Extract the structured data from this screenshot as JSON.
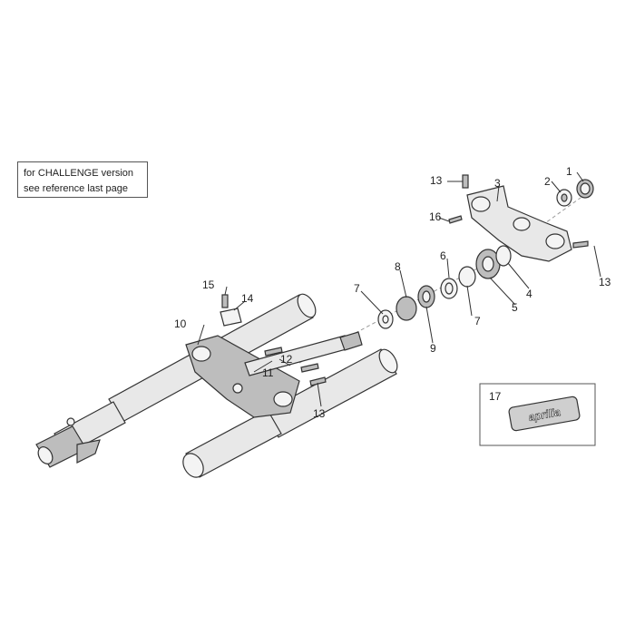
{
  "note": {
    "line1": "for CHALLENGE version",
    "line2": "see reference last page"
  },
  "callouts": {
    "c1": "1",
    "c2": "2",
    "c3": "3",
    "c4": "4",
    "c5": "5",
    "c6": "6",
    "c7a": "7",
    "c7b": "7",
    "c8": "8",
    "c9": "9",
    "c10": "10",
    "c11": "11",
    "c12": "12",
    "c13a": "13",
    "c13b": "13",
    "c13c": "13",
    "c14": "14",
    "c15": "15",
    "c16": "16",
    "c17": "17"
  },
  "decal": {
    "text": "aprilia"
  },
  "colors": {
    "line": "#333333",
    "fill": "#e8e8e8",
    "shadow": "#bdbdbd"
  }
}
